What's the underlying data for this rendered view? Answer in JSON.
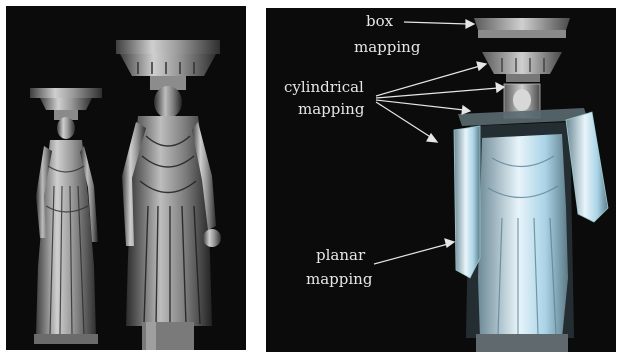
{
  "figure": {
    "left_panel": {
      "content": "textured caryatid statues"
    },
    "right_panel": {
      "labels": {
        "box_line1": "box",
        "box_line2": "mapping",
        "cyl_line1": "cylindrical",
        "cyl_line2": "mapping",
        "planar_line1": "planar",
        "planar_line2": "mapping"
      }
    },
    "colors": {
      "background": "#0b0b0b",
      "statue_light": "#d9d9d9",
      "statue_dark": "#555555",
      "mapping_tint": "#b9ddef",
      "label": "#e6e6e6"
    }
  }
}
